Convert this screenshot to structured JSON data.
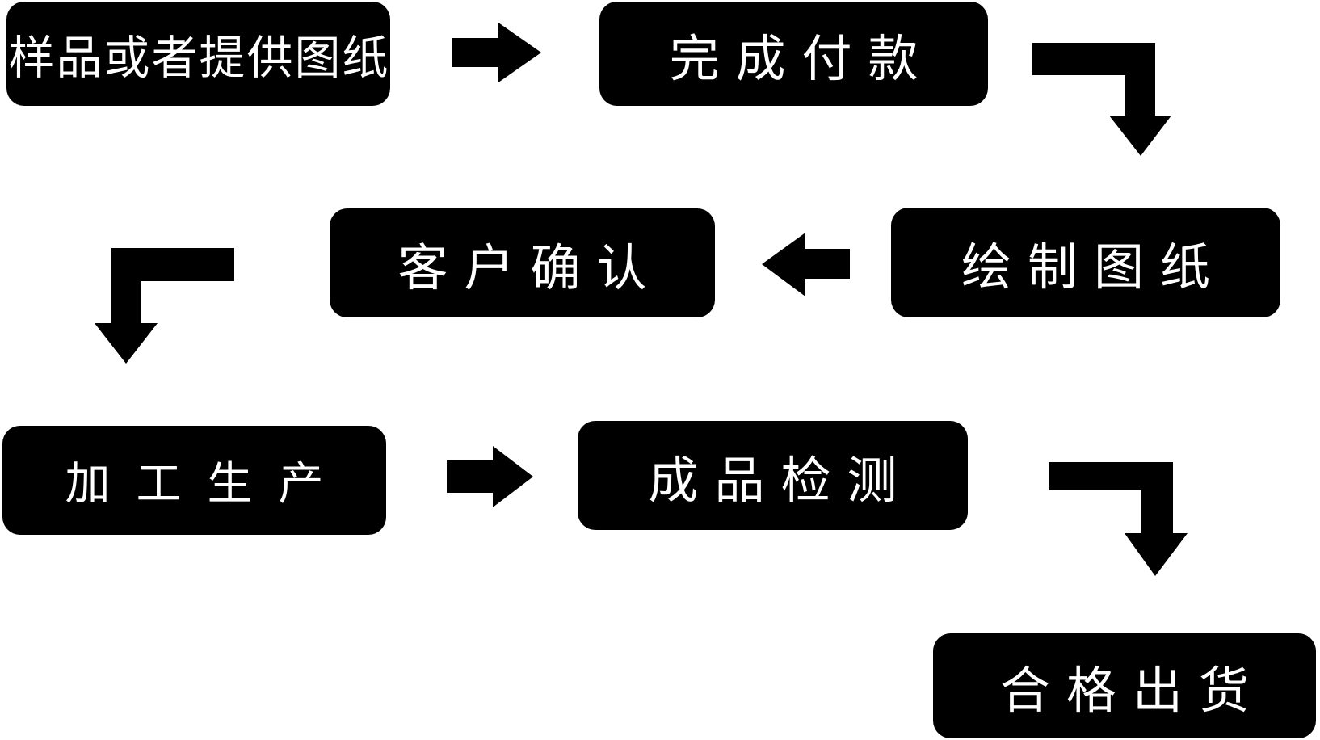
{
  "diagram": {
    "type": "flowchart",
    "colors": {
      "background": "#ffffff",
      "node_background": "#000000",
      "node_text": "#ffffff",
      "arrow": "#000000"
    },
    "nodes": [
      {
        "label": "样品或者提供图纸"
      },
      {
        "label": "完成付款"
      },
      {
        "label": "绘制图纸"
      },
      {
        "label": "客户确认"
      },
      {
        "label": "加工生产"
      },
      {
        "label": "成品检测"
      },
      {
        "label": "合格出货"
      }
    ],
    "arrows": [
      {
        "name": "sample-to-payment",
        "shape": "straight",
        "direction": "right"
      },
      {
        "name": "payment-to-drawing",
        "shape": "elbow",
        "direction": "right-then-down"
      },
      {
        "name": "drawing-to-confirmation",
        "shape": "straight",
        "direction": "left"
      },
      {
        "name": "confirmation-to-production",
        "shape": "elbow",
        "direction": "left-then-down"
      },
      {
        "name": "production-to-inspection",
        "shape": "straight",
        "direction": "right"
      },
      {
        "name": "inspection-to-shipment",
        "shape": "elbow",
        "direction": "right-then-down"
      }
    ]
  }
}
